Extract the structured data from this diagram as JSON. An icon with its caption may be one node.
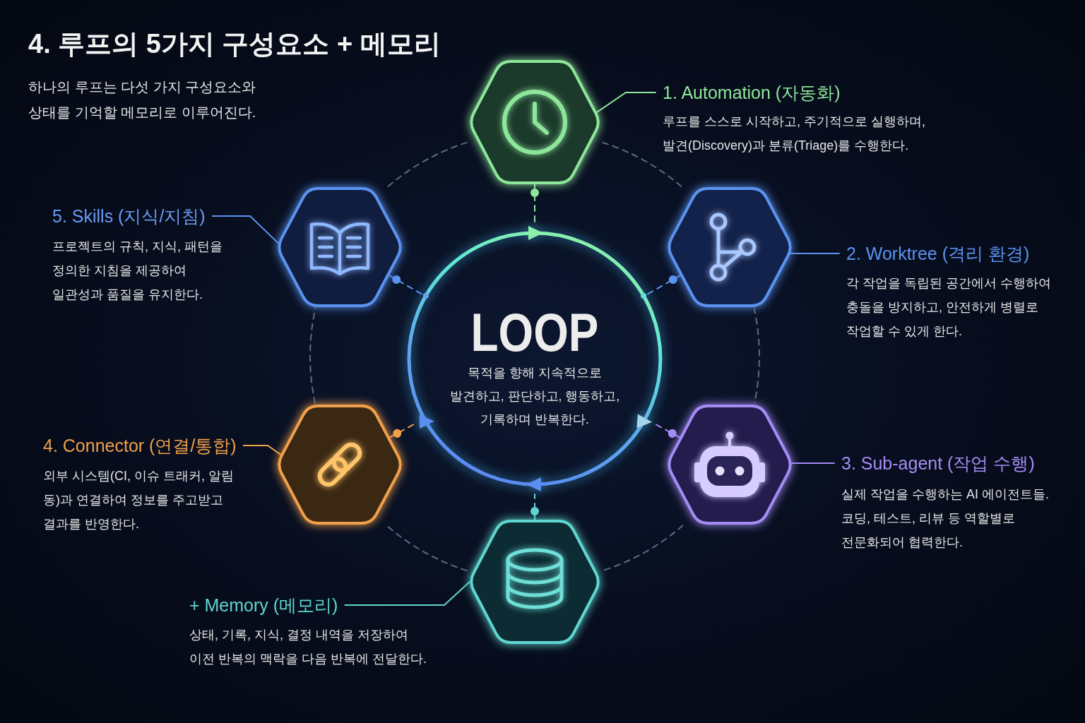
{
  "diagram": {
    "title": "4. 루프의 5가지 구성요소 + 메모리",
    "nodes": [
      {
        "text": [
          "LOOP",
          "목적을 향해 지속적으로 발견하고, 판단하고, 행동하고, 기록하며 반복한다."
        ]
      },
      {
        "text": [],
        "shape": "hexagon"
      },
      {
        "text": [
          "1. Automation (자동화)"
        ],
        "beside": [
          "루프를 스스로 시작하고, 주기적으로 실행하며, 발견(Discovery)과 분류(Triage)를 수행한다."
        ]
      },
      {
        "text": [],
        "shape": "hexagon"
      },
      {
        "text": [
          "2. Worktree (격리 환경)"
        ],
        "beside": [
          "각 작업을 독립된 공간에서 수행하여 충돌을 방지하고, 안전하게 병렬로 작업할 수 있게 한다."
        ]
      },
      {
        "text": [],
        "shape": "hexagon"
      },
      {
        "text": [
          "3. Sub-agent (작업 수행)"
        ],
        "beside": [
          "실제 작업을 수행하는 AI 에이전트들. 코딩, 테스트, 리뷰 등 역할별로 전문화되어 협력한다."
        ]
      },
      {
        "text": [],
        "shape": "hexagon"
      },
      {
        "text": [
          "4. Connector (연결/통합)"
        ],
        "beside": [
          "외부 시스템(CI, 이슈 트래커, 알림 동)과 연결하여 정보를 주고받고 결과를 반영한다."
        ]
      },
      {
        "text": [],
        "shape": "hexagon"
      },
      {
        "text": [
          "5. Skills (지식/지침)"
        ],
        "beside": [
          "프로젝트의 규칙, 지식, 패턴을 정의한 지침을 제공하여 일관성과 품질을 유지한다."
        ]
      },
      {
        "text": [],
        "shape": "hexagon"
      },
      {
        "text": [
          "+ Memory (메모리)"
        ],
        "beside": [
          "상태, 기록, 지식, 결정 내역을 저장하여 이전 반복의 맥락을 다음 반복에 전달한다."
        ]
      }
    ],
    "edges": [
      {
        "from": 2,
        "to": 1,
        "arrow": "none",
        "color": "#8ee69a"
      },
      {
        "from": 4,
        "to": 3,
        "arrow": "none",
        "color": "#5b93f0"
      },
      {
        "from": 6,
        "to": 5,
        "arrow": "none",
        "color": "#a58cf5"
      },
      {
        "from": 8,
        "to": 7,
        "arrow": "none",
        "color": "#f0a04b"
      },
      {
        "from": 10,
        "to": 9,
        "arrow": "none",
        "color": "#5b93f0"
      },
      {
        "from": 12,
        "to": 11,
        "arrow": "none",
        "color": "#5fd6cf"
      },
      {
        "from": 1,
        "to": 0,
        "arrow": "other",
        "style": "dashed",
        "color": "#8ee69a"
      },
      {
        "from": 3,
        "to": 0,
        "arrow": "other",
        "style": "dashed",
        "color": "#5b93f0"
      },
      {
        "from": 5,
        "to": 0,
        "arrow": "other",
        "style": "dashed",
        "color": "#a58cf5"
      },
      {
        "from": 7,
        "to": 0,
        "arrow": "other",
        "style": "dashed",
        "color": "#f0a04b"
      },
      {
        "from": 9,
        "to": 0,
        "arrow": "other",
        "style": "dashed",
        "color": "#5b93f0"
      },
      {
        "from": 11,
        "to": 0,
        "arrow": "other",
        "style": "dashed",
        "color": "#5fd6cf"
      },
      {
        "from": 1,
        "to": 3,
        "arrow": "none",
        "style": "dashed",
        "color": "#5d6b85"
      },
      {
        "from": 3,
        "to": 5,
        "arrow": "none",
        "style": "dashed",
        "color": "#5d6b85"
      },
      {
        "from": 5,
        "to": 11,
        "arrow": "none",
        "style": "dashed",
        "color": "#5d6b85"
      },
      {
        "from": 11,
        "to": 7,
        "arrow": "none",
        "style": "dashed",
        "color": "#5d6b85"
      },
      {
        "from": 7,
        "to": 9,
        "arrow": "none",
        "style": "dashed",
        "color": "#5d6b85"
      },
      {
        "from": 9,
        "to": 1,
        "arrow": "none",
        "style": "dashed",
        "color": "#5d6b85"
      }
    ],
    "labels": [
      "하나의 루프는 다섯 가지 구성요소와 상태를 기억할 메모리로 이루어진다."
    ]
  }
}
